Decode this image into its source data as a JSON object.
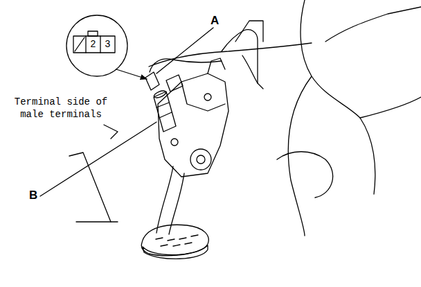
{
  "diagram": {
    "labels": [
      "A",
      "B",
      "2",
      "3",
      "Terminal side of male terminals"
    ]
  }
}
